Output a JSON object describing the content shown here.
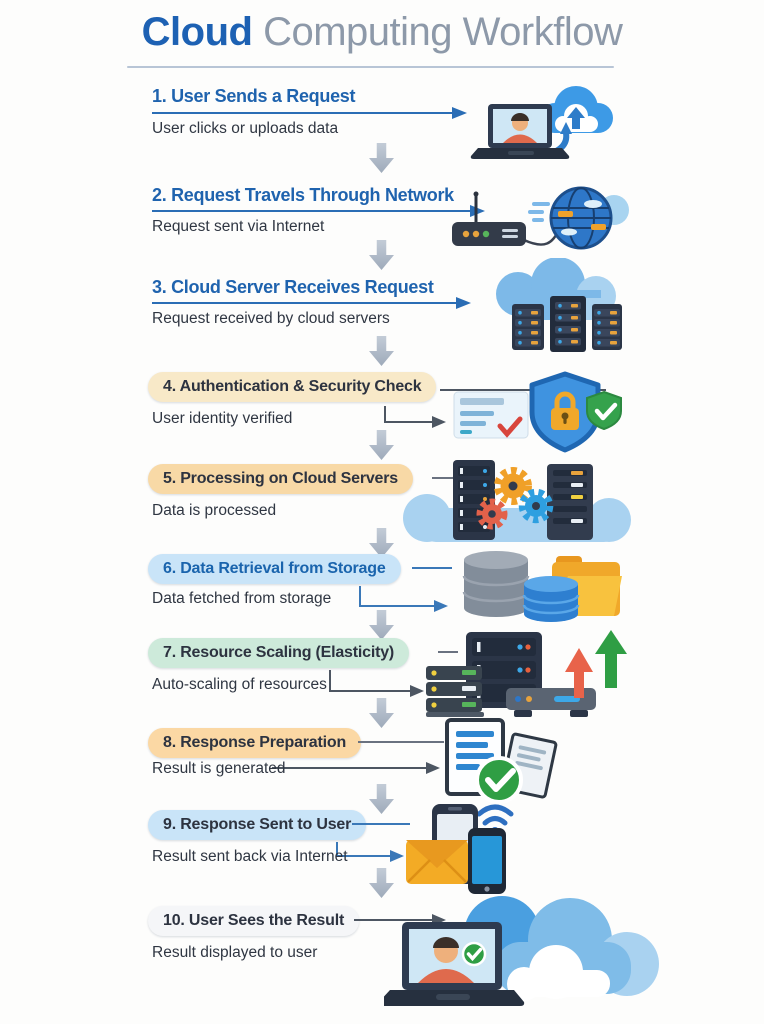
{
  "header": {
    "title_bold": "Cloud",
    "title_rest": " Computing Workflow"
  },
  "palette": {
    "accent_blue": "#1f63ae",
    "heading_gray": "#8d99a9",
    "text_dark": "#2f3642",
    "flow_arrow_gray": "#aab4c2",
    "connector_dark": "#4d5662",
    "connector_blue": "#3a78b8",
    "divider": "#b8c5d6"
  },
  "steps": [
    {
      "title": "1. User Sends a Request",
      "subtitle": "User clicks or uploads data",
      "icon": "laptop-user-cloud-upload-icon",
      "title_color": "#1f63ae"
    },
    {
      "title": "2. Request Travels Through Network",
      "subtitle": "Request sent via Internet",
      "icon": "router-globe-icon",
      "title_color": "#1f63ae"
    },
    {
      "title": "3. Cloud Server Receives Request",
      "subtitle": "Request received by cloud servers",
      "icon": "cloud-server-racks-icon",
      "title_color": "#1f63ae"
    },
    {
      "title": "4. Authentication & Security Check",
      "subtitle": "User identity verified",
      "icon": "shield-lock-security-icon",
      "pill_bg": "#f8e9c8",
      "title_color": "#2d3340"
    },
    {
      "title": "5. Processing on Cloud Servers",
      "subtitle": "Data is processed",
      "icon": "servers-gears-icon",
      "pill_bg": "#f8d9a6",
      "title_color": "#2d3340"
    },
    {
      "title": "6. Data Retrieval from Storage",
      "subtitle": "Data fetched from storage",
      "icon": "databases-folder-icon",
      "pill_bg": "#c9e4f8",
      "title_color": "#1a64ad"
    },
    {
      "title": "7. Resource Scaling (Elasticity)",
      "subtitle": "Auto-scaling of resources",
      "icon": "servers-scaling-arrows-icon",
      "pill_bg": "#cdeada",
      "title_color": "#2d3340"
    },
    {
      "title": "8. Response Preparation",
      "subtitle": "Result is generated",
      "icon": "documents-check-icon",
      "pill_bg": "#fbd8a4",
      "title_color": "#2d3340"
    },
    {
      "title": "9. Response Sent to User",
      "subtitle": "Result sent back via Internet",
      "icon": "phones-envelope-wifi-icon",
      "pill_bg": "#c9e4f8",
      "title_color": "#2d3340"
    },
    {
      "title": "10. User Sees the Result",
      "subtitle": "Result displayed to user",
      "icon": "laptop-user-result-cloud-icon",
      "pill_bg": "#f5f6f8",
      "title_color": "#2d3340"
    }
  ]
}
